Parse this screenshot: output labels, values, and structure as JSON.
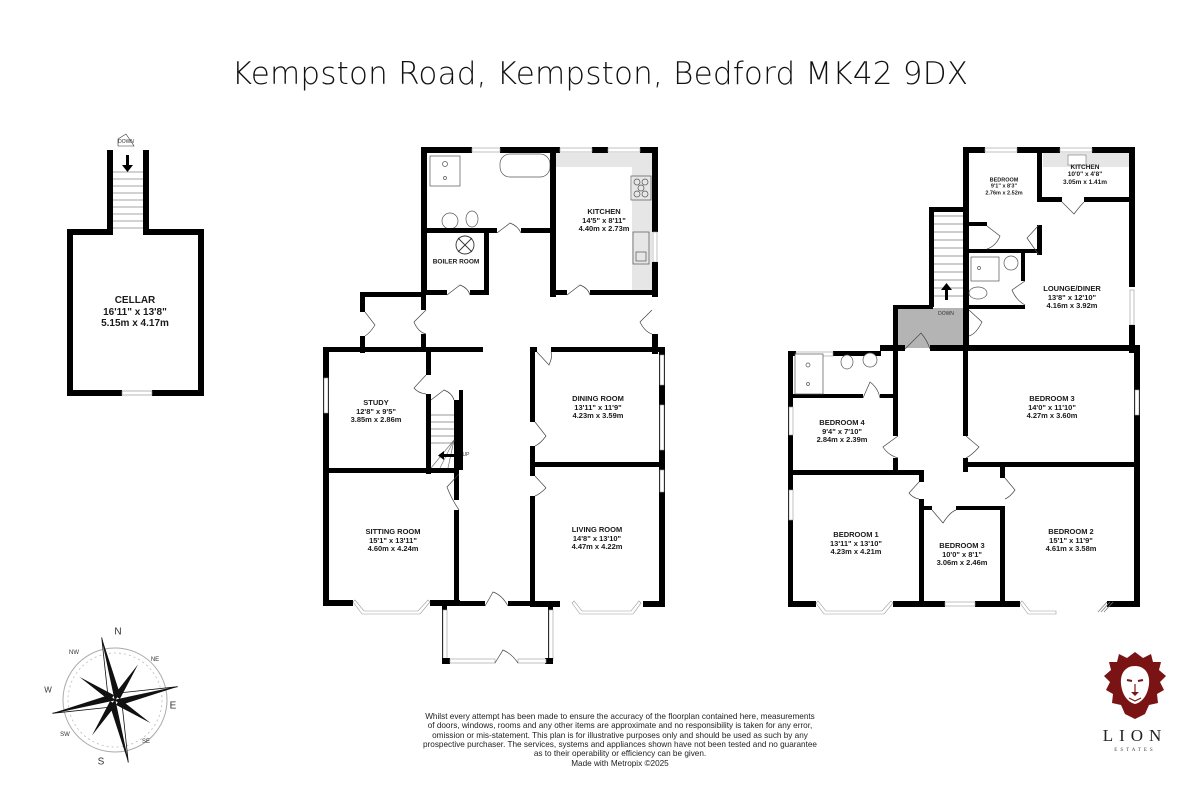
{
  "header": {
    "title": "Kempston Road, Kempston, Bedford MK42 9DX"
  },
  "floors": {
    "cellar": {
      "rooms": [
        {
          "name": "CELLAR",
          "imperial": "16'11\"  x 13'8\"",
          "metric": "5.15m  x 4.17m"
        }
      ],
      "stairs_tag": "DOWN"
    },
    "ground": {
      "rooms": [
        {
          "name": "KITCHEN",
          "imperial": "14'5\"  x 8'11\"",
          "metric": "4.40m  x 2.73m"
        },
        {
          "name": "BOILER ROOM",
          "imperial": "",
          "metric": ""
        },
        {
          "name": "STUDY",
          "imperial": "12'8\"  x 9'5\"",
          "metric": "3.85m  x 2.86m"
        },
        {
          "name": "DINING ROOM",
          "imperial": "13'11\"  x 11'9\"",
          "metric": "4.23m  x 3.59m"
        },
        {
          "name": "SITTING ROOM",
          "imperial": "15'1\"  x 13'11\"",
          "metric": "4.60m  x 4.24m"
        },
        {
          "name": "LIVING ROOM",
          "imperial": "14'8\"  x 13'10\"",
          "metric": "4.47m  x 4.22m"
        }
      ],
      "stairs_tag": "UP"
    },
    "first": {
      "rooms": [
        {
          "name": "BEDROOM",
          "imperial": "9'1\"  x 8'3\"",
          "metric": "2.76m  x 2.52m"
        },
        {
          "name": "KITCHEN",
          "imperial": "10'0\"  x 4'8\"",
          "metric": "3.05m  x 1.41m"
        },
        {
          "name": "LOUNGE/DINER",
          "imperial": "13'8\"  x 12'10\"",
          "metric": "4.16m  x 3.92m"
        },
        {
          "name": "BEDROOM 4",
          "imperial": "9'4\"  x 7'10\"",
          "metric": "2.84m  x 2.39m"
        },
        {
          "name": "BEDROOM 3",
          "imperial": "14'0\"  x 11'10\"",
          "metric": "4.27m  x 3.60m"
        },
        {
          "name": "BEDROOM 1",
          "imperial": "13'11\"  x 13'10\"",
          "metric": "4.23m  x 4.21m"
        },
        {
          "name": "BEDROOM 3",
          "imperial": "10'0\"  x 8'1\"",
          "metric": "3.06m  x 2.46m"
        },
        {
          "name": "BEDROOM 2",
          "imperial": "15'1\"  x 11'9\"",
          "metric": "4.61m  x 3.58m"
        }
      ],
      "stairs_tag": "DOWN"
    }
  },
  "compass": {
    "labels": {
      "n": "N",
      "ne": "NE",
      "e": "E",
      "se": "SE",
      "s": "S",
      "sw": "SW",
      "w": "W",
      "nw": "NW"
    }
  },
  "disclaimer": {
    "lines": [
      "Whilst every attempt has been made to ensure the accuracy of the floorplan contained here, measurements",
      "of doors, windows, rooms and any other items are approximate and no responsibility is taken for any error,",
      "omission or mis-statement. This plan is for illustrative purposes only and should be used as such by any",
      "prospective purchaser. The services, systems and appliances shown have not been tested and no guarantee",
      "as to their operability or efficiency can be given.",
      "Made with Metropix ©2025"
    ]
  },
  "logo": {
    "brand": "LION",
    "sub": "ESTATES",
    "color": "#7a1414"
  },
  "colors": {
    "wall": "#000000",
    "shade": "#c8c8c8",
    "kitchen_worktop": "#e6e6e6"
  }
}
